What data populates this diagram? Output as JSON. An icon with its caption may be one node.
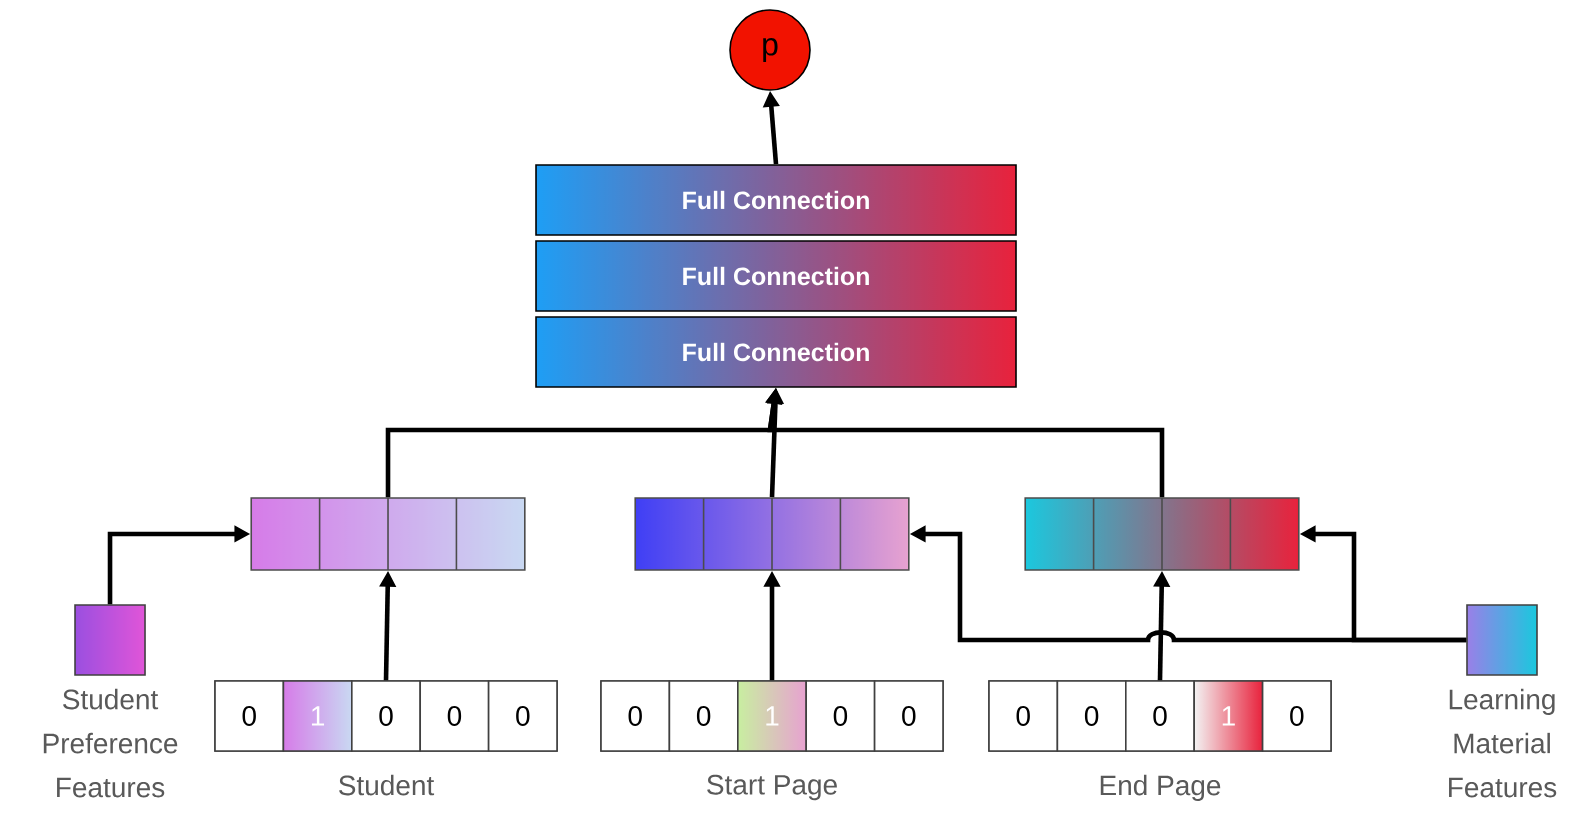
{
  "diagram": {
    "nodes": [
      {
        "text": [
          "p"
        ]
      },
      {
        "text": [
          "Full Connection"
        ]
      },
      {
        "text": [
          "Full Connection"
        ]
      },
      {
        "text": [
          "Full Connection"
        ]
      },
      {
        "text": [],
        "shape": "bar"
      },
      {
        "text": [],
        "shape": "bar"
      },
      {
        "text": [],
        "shape": "bar"
      },
      {
        "text": [
          "Student Preference Features"
        ]
      },
      {
        "text": [
          "0",
          "1",
          "0",
          "0",
          "0"
        ],
        "beside": [
          "Student"
        ]
      },
      {
        "text": [
          "0",
          "0",
          "1",
          "0",
          "0"
        ],
        "beside": [
          "Start Page"
        ]
      },
      {
        "text": [
          "0",
          "0",
          "0",
          "1",
          "0"
        ],
        "beside": [
          "End Page"
        ]
      },
      {
        "text": [
          "Learning Material Features"
        ]
      }
    ],
    "edges": [
      {
        "from": 1,
        "to": 0,
        "arrow": "to"
      },
      {
        "from": 4,
        "to": 3,
        "arrow": "to"
      },
      {
        "from": 5,
        "to": 3,
        "arrow": "to"
      },
      {
        "from": 6,
        "to": 3,
        "arrow": "to"
      },
      {
        "from": 7,
        "to": 4,
        "arrow": "to"
      },
      {
        "from": 8,
        "to": 4,
        "arrow": "to"
      },
      {
        "from": 9,
        "to": 5,
        "arrow": "to"
      },
      {
        "from": 10,
        "to": 6,
        "arrow": "to"
      },
      {
        "from": 11,
        "to": 5,
        "arrow": "to"
      },
      {
        "from": 11,
        "to": 6,
        "arrow": "to"
      }
    ]
  }
}
